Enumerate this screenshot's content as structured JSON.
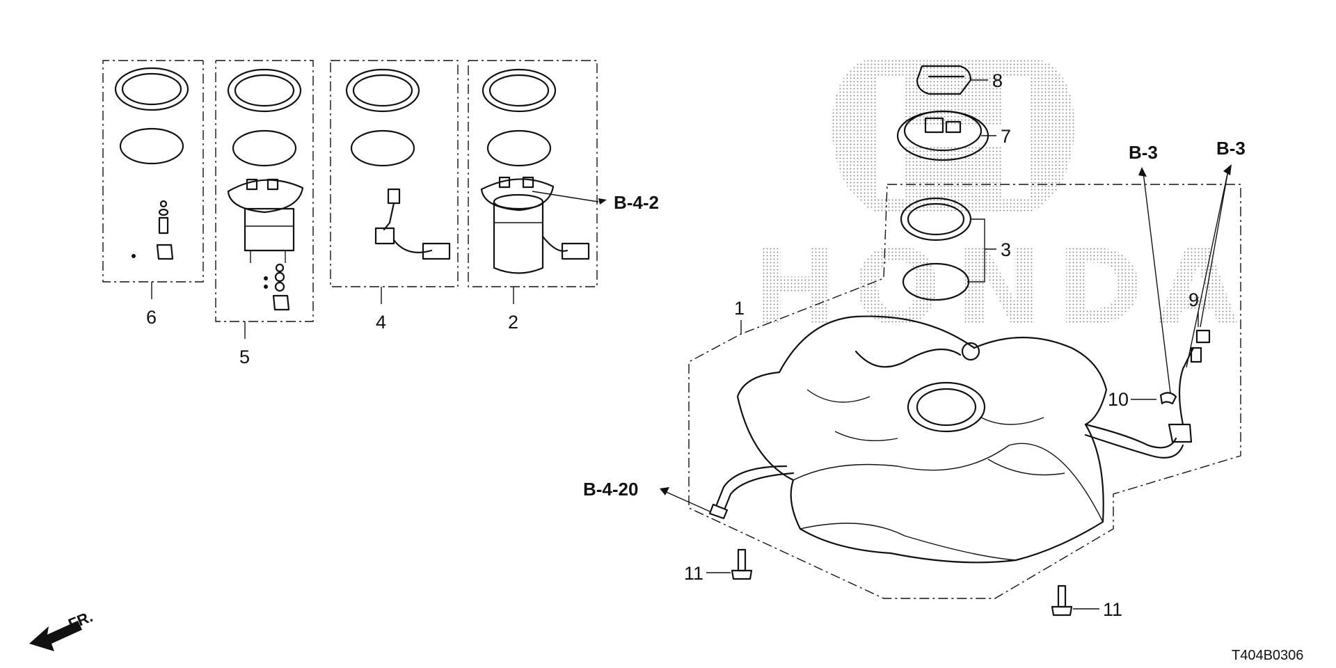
{
  "callouts": {
    "c1": "1",
    "c2": "2",
    "c3": "3",
    "c4": "4",
    "c5": "5",
    "c6": "6",
    "c7": "7",
    "c8": "8",
    "c9": "9",
    "c10": "10",
    "c11a": "11",
    "c11b": "11"
  },
  "references": {
    "b42": "B-4-2",
    "b420": "B-4-20",
    "b3a": "B-3",
    "b3b": "B-3"
  },
  "watermark": {
    "text": "HONDA"
  },
  "direction": {
    "label": "FR."
  },
  "figure_code": "T404B0306"
}
